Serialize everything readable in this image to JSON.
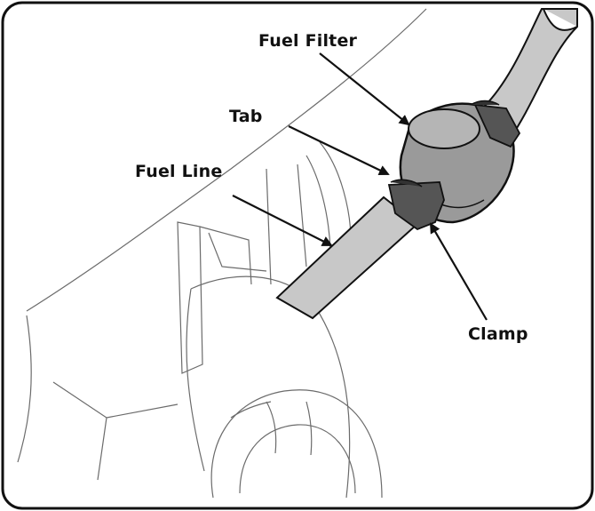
{
  "labels": {
    "fuel_filter": "Fuel Filter",
    "tab": "Tab",
    "fuel_line": "Fuel Line",
    "clamp": "Clamp"
  },
  "colors": {
    "hose": "#c8c8c8",
    "filter_body": "#9a9a9a",
    "clamp": "#555555",
    "outline": "#111111",
    "sketch": "#6b6b6b"
  }
}
